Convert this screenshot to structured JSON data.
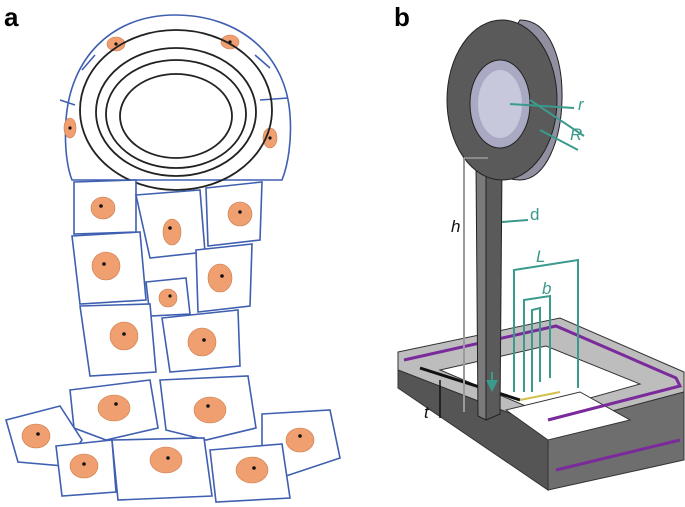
{
  "panels": {
    "a": {
      "label": "a"
    },
    "b": {
      "label": "b",
      "dimensions": {
        "r": "r",
        "R": "R",
        "d": "d",
        "h": "h",
        "L": "L",
        "b": "b",
        "t": "t"
      }
    }
  },
  "colors": {
    "cell_outline": "#3f5fb0",
    "nucleus": "#f0a070",
    "dimension_lines": "#3a9a8c",
    "device_body": "#5b5b5b",
    "electrode": "#7a2a9a"
  }
}
